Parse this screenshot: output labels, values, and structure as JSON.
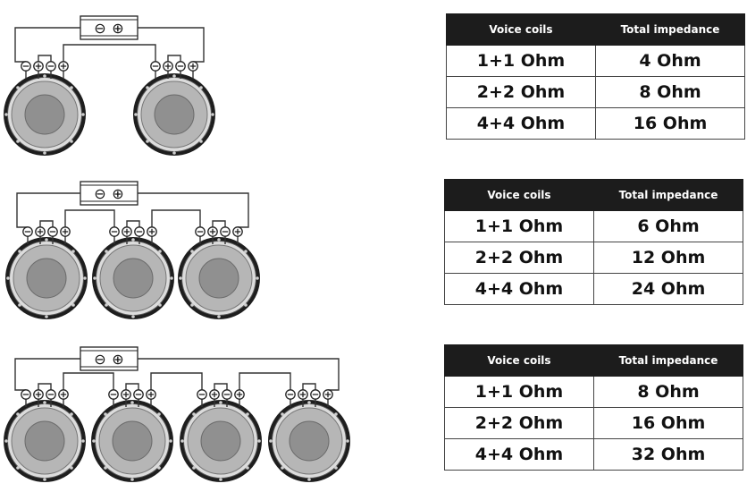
{
  "colors": {
    "header_bg": "#1c1c1c",
    "header_text": "#ffffff",
    "cell_text": "#111111",
    "wire": "#333333",
    "cone": "#909090",
    "surround": "#2a2a2a"
  },
  "icons": {
    "minus": "⊖",
    "plus": "⊕"
  },
  "amplifier": {
    "minus_symbol": "⊖",
    "plus_symbol": "⊕"
  },
  "configs": [
    {
      "speaker_count": 2,
      "table": {
        "headers": [
          "Voice coils",
          "Total impedance"
        ],
        "rows": [
          [
            "1+1 Ohm",
            "4 Ohm"
          ],
          [
            "2+2 Ohm",
            "8 Ohm"
          ],
          [
            "4+4 Ohm",
            "16 Ohm"
          ]
        ]
      }
    },
    {
      "speaker_count": 3,
      "table": {
        "headers": [
          "Voice coils",
          "Total impedance"
        ],
        "rows": [
          [
            "1+1 Ohm",
            "6 Ohm"
          ],
          [
            "2+2 Ohm",
            "12 Ohm"
          ],
          [
            "4+4 Ohm",
            "24 Ohm"
          ]
        ]
      }
    },
    {
      "speaker_count": 4,
      "table": {
        "headers": [
          "Voice coils",
          "Total impedance"
        ],
        "rows": [
          [
            "1+1 Ohm",
            "8 Ohm"
          ],
          [
            "2+2 Ohm",
            "16 Ohm"
          ],
          [
            "4+4 Ohm",
            "32 Ohm"
          ]
        ]
      }
    }
  ]
}
